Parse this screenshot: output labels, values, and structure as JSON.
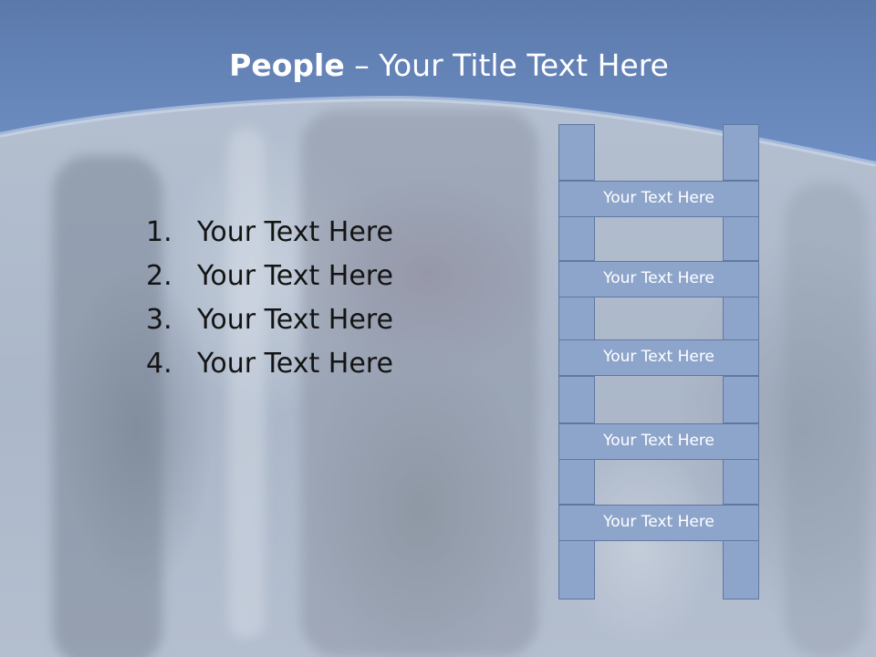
{
  "title": {
    "bold": "People",
    "rest": " – Your Title Text Here"
  },
  "list": {
    "items": [
      {
        "num": "1.",
        "text": "Your Text Here"
      },
      {
        "num": "2.",
        "text": "Your Text Here"
      },
      {
        "num": "3.",
        "text": "Your Text Here"
      },
      {
        "num": "4.",
        "text": "Your Text Here"
      }
    ]
  },
  "ladder": {
    "rungs": [
      {
        "label": "Your Text Here"
      },
      {
        "label": "Your Text Here"
      },
      {
        "label": "Your Text Here"
      },
      {
        "label": "Your Text Here"
      },
      {
        "label": "Your Text Here"
      }
    ]
  },
  "colors": {
    "band": "#6f8fc4",
    "shape_fill": "#8ea5cb",
    "shape_border": "#5f78a3",
    "title_text": "#ffffff"
  }
}
